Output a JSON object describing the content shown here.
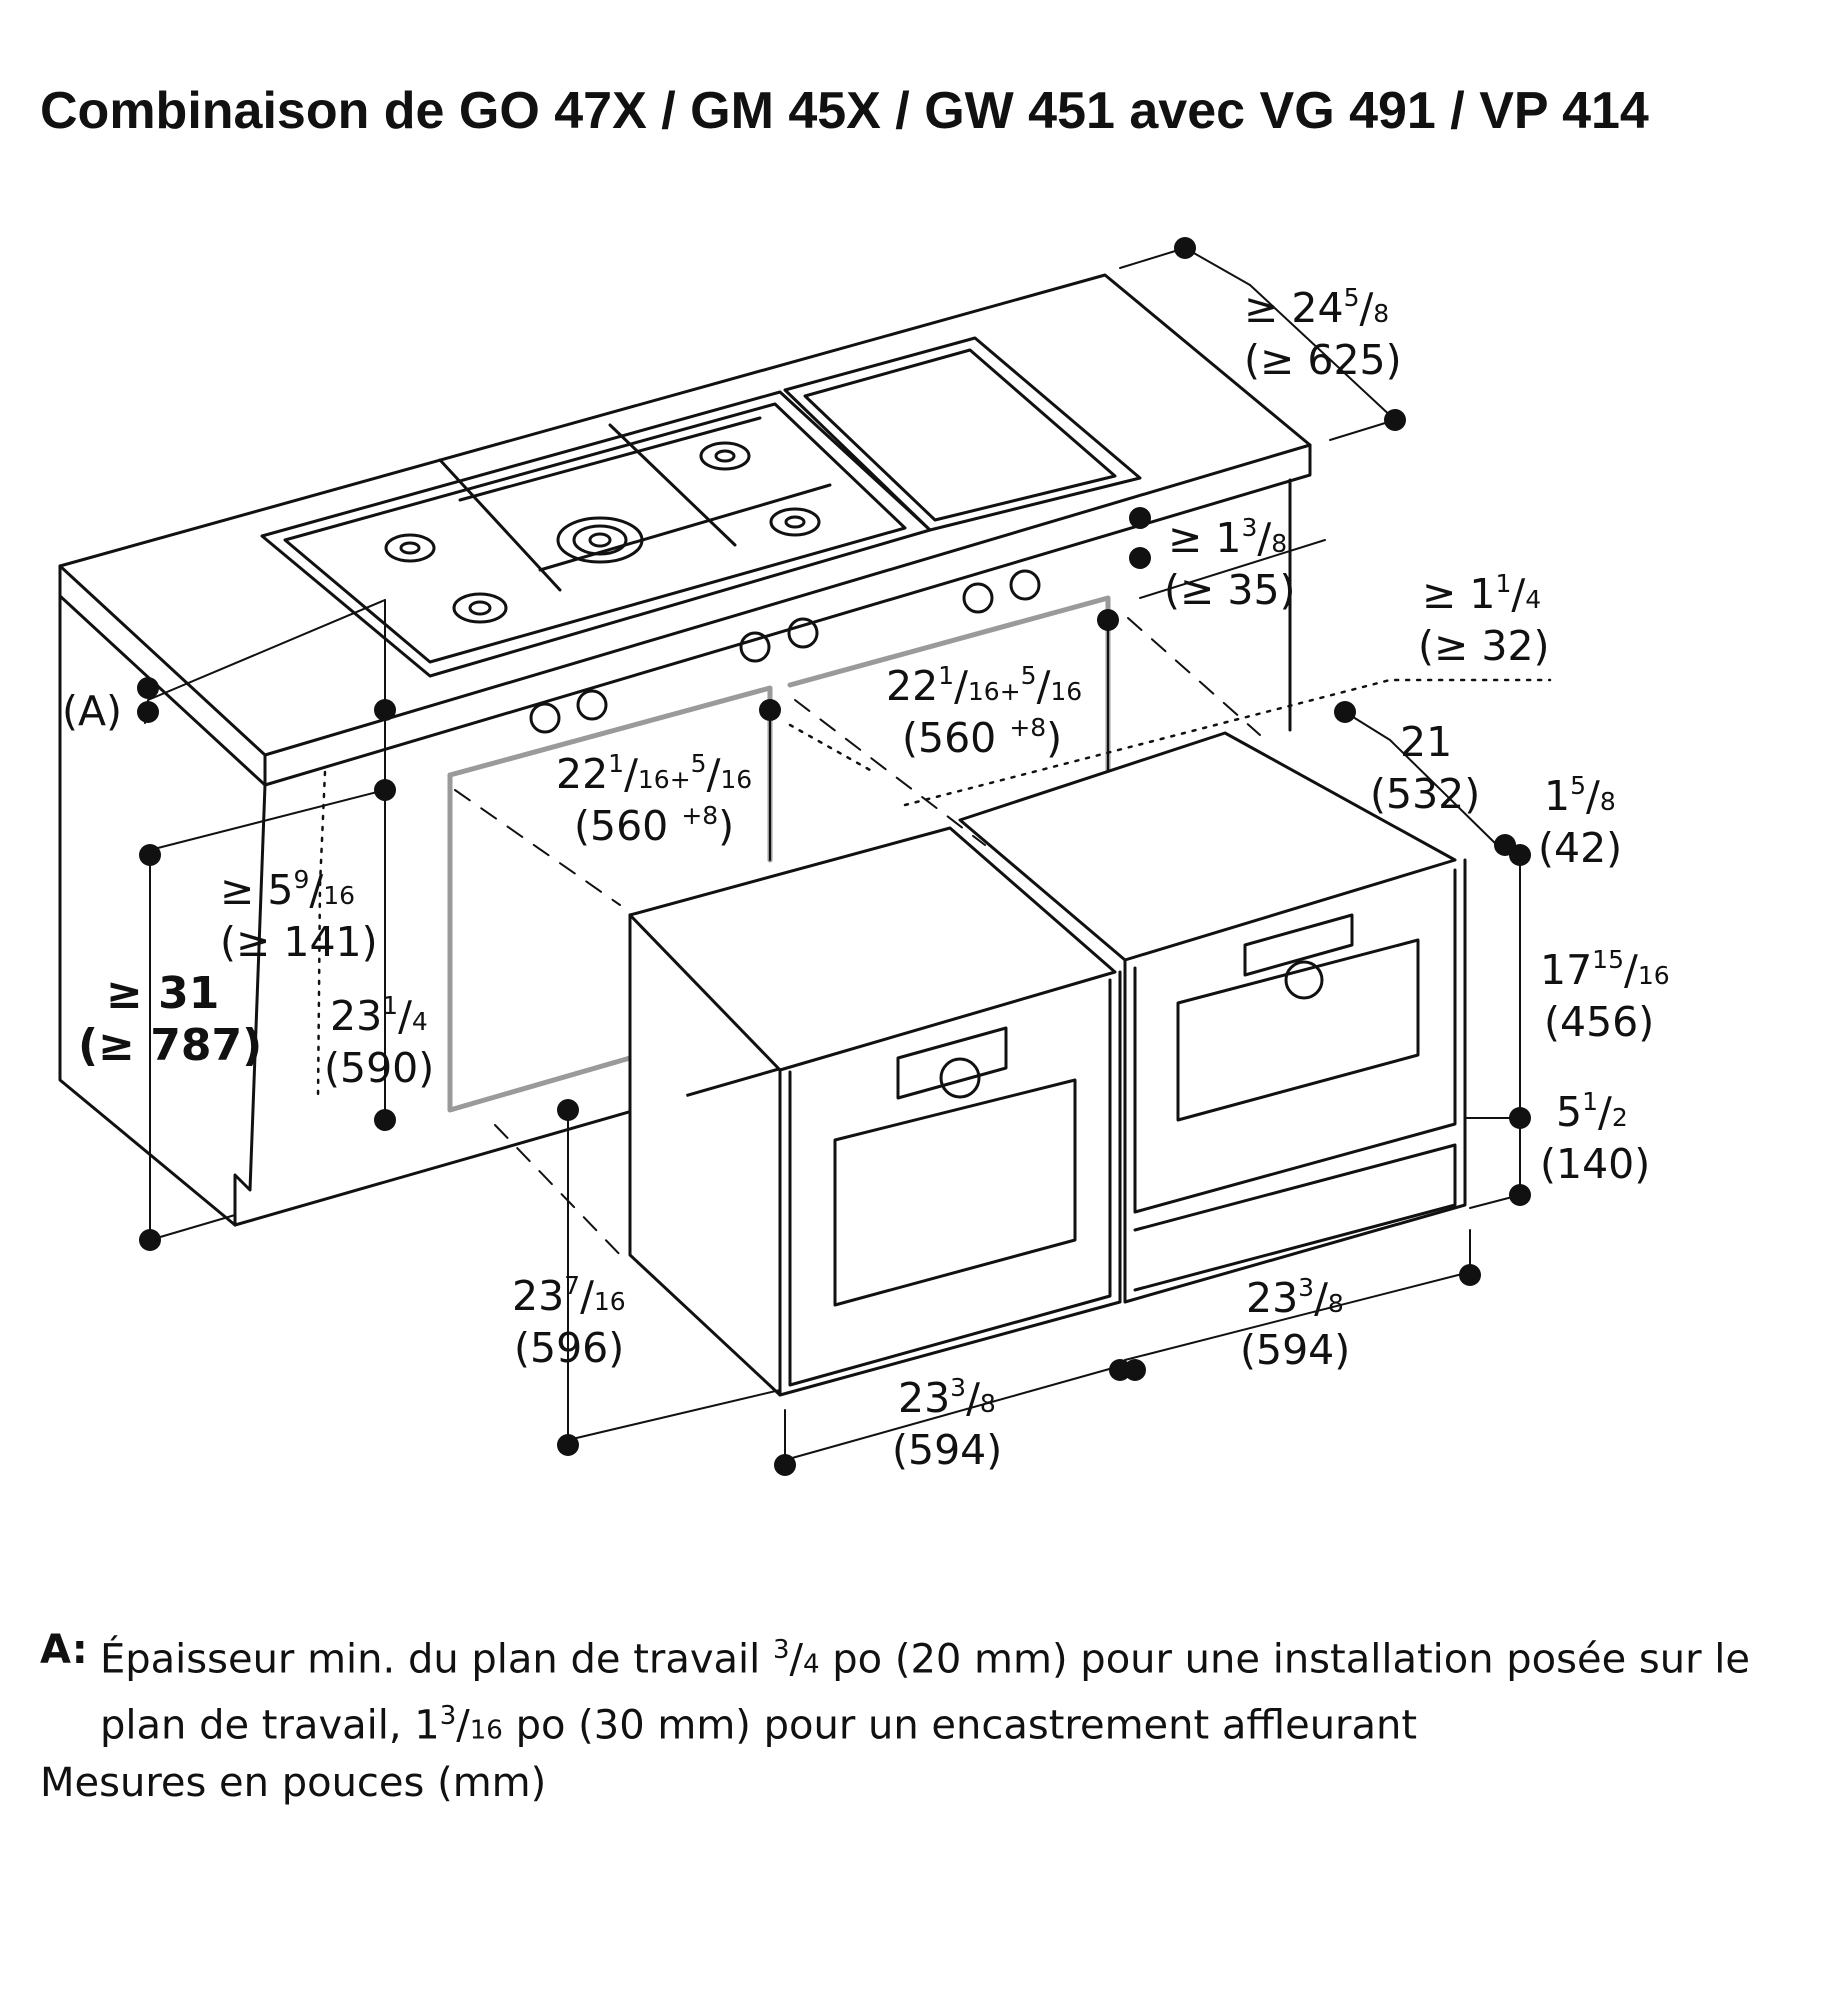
{
  "title": "Combinaison de GO 47X / GM 45X / GW 451 avec VG 491 / VP 414",
  "callout_label": "(A)",
  "dimensions": {
    "depth_top": {
      "whole": "≥ 24",
      "num": "5",
      "den": "8",
      "metric": "(≥ 625)"
    },
    "top_gap": {
      "whole": "≥ 1",
      "num": "3",
      "den": "8",
      "metric": "(≥ 35)"
    },
    "rear_gap": {
      "whole": "≥ 1",
      "num": "1",
      "den": "4",
      "metric": "(≥ 32)"
    },
    "niche_left": {
      "whole": "22",
      "num": "1",
      "den": "16",
      "plus": "+",
      "num2": "5",
      "den2": "16",
      "metric": "(560",
      "metric_tol": "+8",
      "metric_end": ")"
    },
    "niche_right": {
      "whole": "22",
      "num": "1",
      "den": "16",
      "plus": "+",
      "num2": "5",
      "den2": "16",
      "metric": "(560",
      "metric_tol": "+8",
      "metric_end": ")"
    },
    "unit_depth": {
      "whole": "21",
      "metric": "(532)"
    },
    "front_proj": {
      "whole": "1",
      "num": "5",
      "den": "8",
      "metric": "(42)"
    },
    "side_gap": {
      "whole": "≥ 5",
      "num": "9",
      "den": "16",
      "metric": "(≥ 141)"
    },
    "floor_height": {
      "whole": "≥ 31",
      "metric": "(≥ 787)"
    },
    "niche_height": {
      "whole": "23",
      "num": "1",
      "den": "4",
      "metric": "(590)"
    },
    "upper_height": {
      "whole": "17",
      "num": "15",
      "den": "16",
      "metric": "(456)"
    },
    "drawer_height": {
      "whole": "5",
      "num": "1",
      "den": "2",
      "metric": "(140)"
    },
    "oven_depth": {
      "whole": "23",
      "num": "7",
      "den": "16",
      "metric": "(596)"
    },
    "width_right": {
      "whole": "23",
      "num": "3",
      "den": "8",
      "metric": "(594)"
    },
    "width_left": {
      "whole": "23",
      "num": "3",
      "den": "8",
      "metric": "(594)"
    }
  },
  "notes": {
    "key": "A:",
    "line_a1": "Épaisseur min. du plan de travail ",
    "frac_a_num": "3",
    "frac_a_den": "4",
    "line_a2": " po (20 mm) pour une installation posée sur le plan de travail, 1",
    "frac_b_num": "3",
    "frac_b_den": "16",
    "line_a3": " po (30 mm) pour un encastrement affleurant",
    "units": "Mesures en pouces (mm)"
  }
}
